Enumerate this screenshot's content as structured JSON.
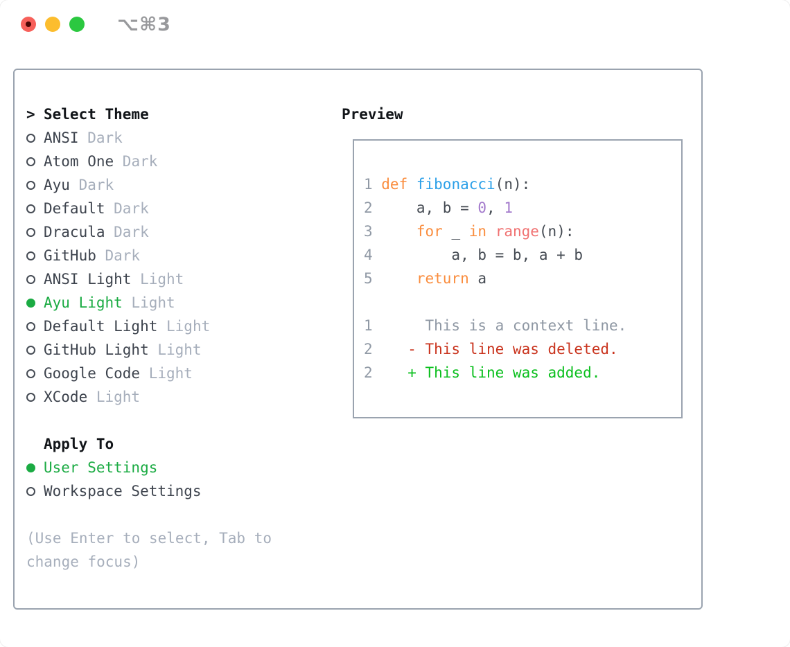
{
  "titlebar": {
    "title": "⌥⌘3"
  },
  "theme_list": {
    "heading_prefix": ">",
    "heading": "Select Theme",
    "items": [
      {
        "name": "ANSI",
        "variant": "Dark",
        "selected": false
      },
      {
        "name": "Atom One",
        "variant": "Dark",
        "selected": false
      },
      {
        "name": "Ayu",
        "variant": "Dark",
        "selected": false
      },
      {
        "name": "Default",
        "variant": "Dark",
        "selected": false
      },
      {
        "name": "Dracula",
        "variant": "Dark",
        "selected": false
      },
      {
        "name": "GitHub",
        "variant": "Dark",
        "selected": false
      },
      {
        "name": "ANSI Light",
        "variant": "Light",
        "selected": false
      },
      {
        "name": "Ayu Light",
        "variant": "Light",
        "selected": true
      },
      {
        "name": "Default Light",
        "variant": "Light",
        "selected": false
      },
      {
        "name": "GitHub Light",
        "variant": "Light",
        "selected": false
      },
      {
        "name": "Google Code",
        "variant": "Light",
        "selected": false
      },
      {
        "name": "XCode",
        "variant": "Light",
        "selected": false
      }
    ]
  },
  "apply_to": {
    "heading": "Apply To",
    "options": [
      {
        "name": "User Settings",
        "selected": true
      },
      {
        "name": "Workspace Settings",
        "selected": false
      }
    ]
  },
  "hint": "(Use Enter to select, Tab to change focus)",
  "preview": {
    "heading": "Preview",
    "code_lines": [
      {
        "num": "1",
        "segments": [
          {
            "text": "def",
            "color": "keyword"
          },
          {
            "text": " ",
            "color": "plain"
          },
          {
            "text": "fibonacci",
            "color": "function"
          },
          {
            "text": "(n):",
            "color": "plain"
          }
        ]
      },
      {
        "num": "2",
        "segments": [
          {
            "text": "    a, b = ",
            "color": "plain"
          },
          {
            "text": "0",
            "color": "number"
          },
          {
            "text": ", ",
            "color": "plain"
          },
          {
            "text": "1",
            "color": "number"
          }
        ]
      },
      {
        "num": "3",
        "segments": [
          {
            "text": "    ",
            "color": "plain"
          },
          {
            "text": "for",
            "color": "keyword"
          },
          {
            "text": " _ ",
            "color": "plain"
          },
          {
            "text": "in",
            "color": "keyword"
          },
          {
            "text": " ",
            "color": "plain"
          },
          {
            "text": "range",
            "color": "builtin"
          },
          {
            "text": "(n):",
            "color": "plain"
          }
        ]
      },
      {
        "num": "4",
        "segments": [
          {
            "text": "        a, b = b, a + b",
            "color": "plain"
          }
        ]
      },
      {
        "num": "5",
        "segments": [
          {
            "text": "    ",
            "color": "plain"
          },
          {
            "text": "return",
            "color": "keyword"
          },
          {
            "text": " a",
            "color": "plain"
          }
        ]
      }
    ],
    "diff_lines": [
      {
        "num": "1",
        "text": "     This is a context line.",
        "kind": "context"
      },
      {
        "num": "2",
        "text": "   - This line was deleted.",
        "kind": "deleted"
      },
      {
        "num": "2",
        "text": "   + This line was added.",
        "kind": "added"
      }
    ]
  },
  "colors": {
    "traffic_red": "#f7605a",
    "traffic_red_dot": "#4c0604",
    "traffic_yellow": "#fcbd2e",
    "traffic_green": "#2bc840",
    "title_text": "#98999c",
    "border": "#9aa3af",
    "heading": "#121519",
    "item_text": "#3d434d",
    "bullet": "#454b54",
    "muted": "#a6aebb",
    "selected_green": "#1bab43",
    "line_number": "#9099a5",
    "plain": "#444a52",
    "keyword": "#fa8d3e",
    "function": "#2ca0e8",
    "builtin": "#f07171",
    "number": "#a37acc",
    "diff_context": "#8e97a3",
    "diff_deleted": "#c9331d",
    "diff_added": "#0abf1d"
  }
}
